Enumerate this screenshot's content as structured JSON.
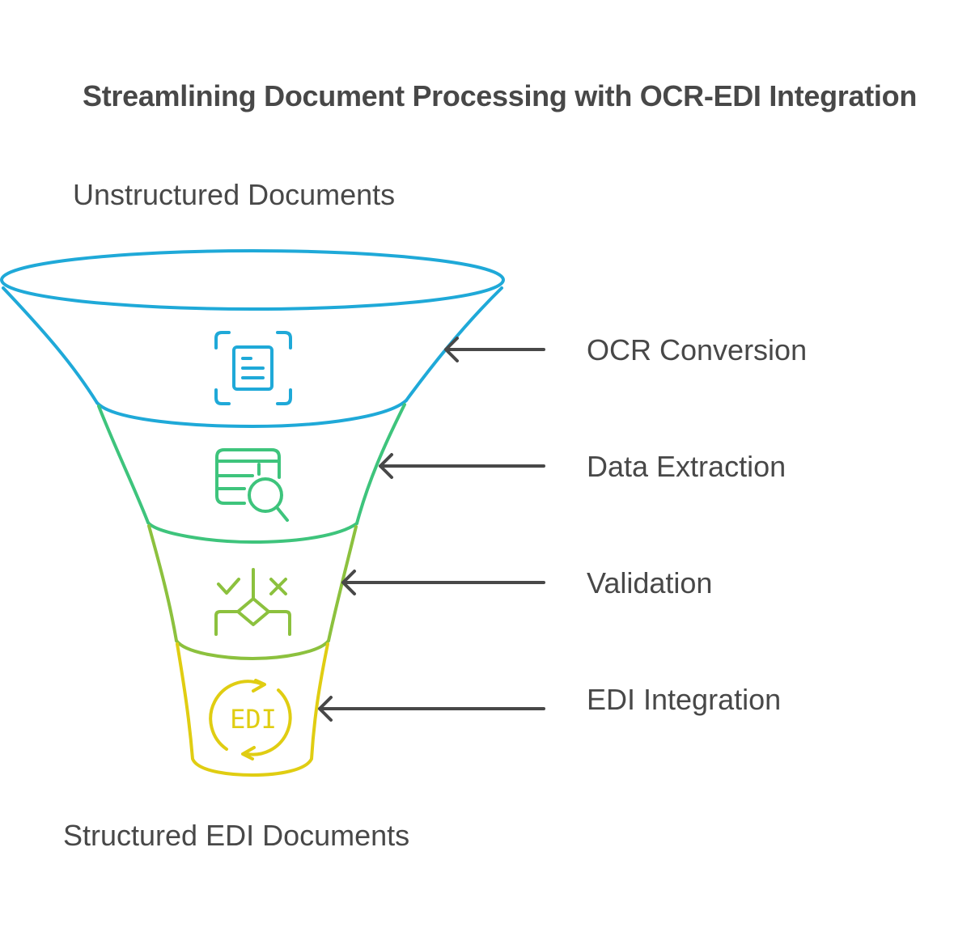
{
  "title": "Streamlining Document Processing with OCR-EDI Integration",
  "funnel": {
    "top_label": "Unstructured Documents",
    "bottom_label": "Structured EDI Documents",
    "stages": [
      {
        "label": "OCR Conversion",
        "icon": "document-scan-icon",
        "color": "#1fa9d8"
      },
      {
        "label": "Data Extraction",
        "icon": "table-search-icon",
        "color": "#3ec47c"
      },
      {
        "label": "Validation",
        "icon": "decision-check-icon",
        "color": "#8cc13e"
      },
      {
        "label": "EDI Integration",
        "icon": "edi-cycle-icon",
        "color": "#e0cd12",
        "icon_text": "EDI"
      }
    ]
  },
  "arrow_color": "#484848",
  "text_color": "#484848"
}
